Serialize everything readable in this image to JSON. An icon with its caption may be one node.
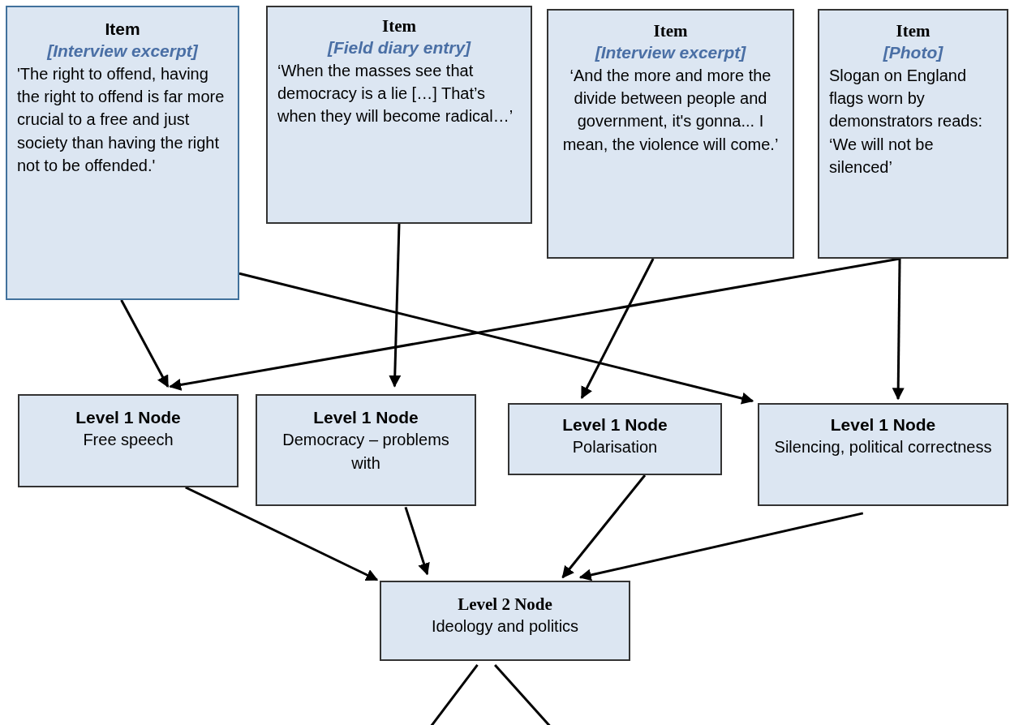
{
  "diagram": {
    "nodes": [
      {
        "text": [
          "Item",
          "[Interview excerpt]",
          "'The right to offend, having the right to offend is far more crucial to a free and just society than having the right not to be offended.'"
        ]
      },
      {
        "text": [
          "Item",
          "[Field diary entry]",
          "‘When the masses see that democracy is a lie […] That’s when they will become radical…’"
        ]
      },
      {
        "text": [
          "Item",
          "[Interview excerpt]",
          "‘And the more and more the divide between people and government, it's gonna... I mean, the violence will come.’"
        ]
      },
      {
        "text": [
          "Item",
          "[Photo]",
          "Slogan on England flags worn by demonstrators reads:   ‘We will not be silenced’"
        ]
      },
      {
        "text": [
          "Level 1 Node",
          "Free speech"
        ]
      },
      {
        "text": [
          "Level 1 Node",
          "Democracy – problems with"
        ]
      },
      {
        "text": [
          "Level 1 Node",
          "Polarisation"
        ]
      },
      {
        "text": [
          "Level 1 Node",
          "Silencing, political correctness"
        ]
      },
      {
        "text": [
          "Level 2 Node",
          "Ideology and politics"
        ]
      }
    ],
    "edges": [
      {
        "from": 0,
        "to": 4,
        "arrow": "to"
      },
      {
        "from": 0,
        "to": 7,
        "arrow": "to"
      },
      {
        "from": 1,
        "to": 5,
        "arrow": "to"
      },
      {
        "from": 2,
        "to": 6,
        "arrow": "to"
      },
      {
        "from": 3,
        "to": 4,
        "arrow": "to"
      },
      {
        "from": 3,
        "to": 7,
        "arrow": "to"
      },
      {
        "from": 4,
        "to": 8,
        "arrow": "to"
      },
      {
        "from": 5,
        "to": 8,
        "arrow": "to"
      },
      {
        "from": 6,
        "to": 8,
        "arrow": "to"
      },
      {
        "from": 7,
        "to": 8,
        "arrow": "to"
      },
      {
        "from": 8,
        "to": null,
        "arrow": "none"
      },
      {
        "from": 8,
        "to": null,
        "arrow": "none"
      }
    ]
  }
}
